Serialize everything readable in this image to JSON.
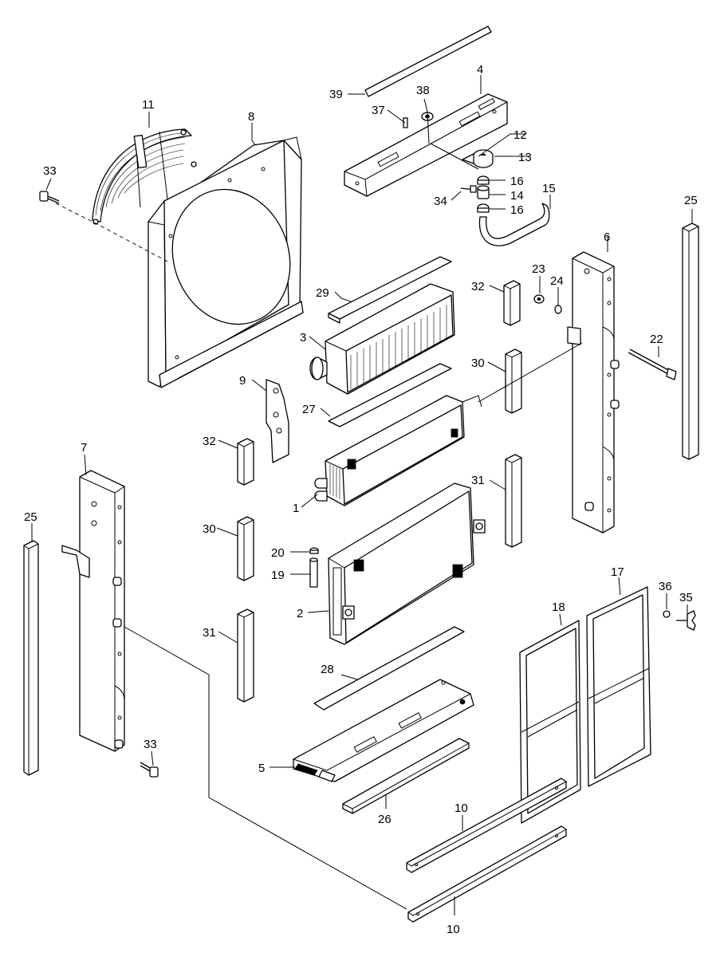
{
  "callouts": [
    {
      "id": "c1",
      "label": "1"
    },
    {
      "id": "c2",
      "label": "2"
    },
    {
      "id": "c3",
      "label": "3"
    },
    {
      "id": "c4",
      "label": "4"
    },
    {
      "id": "c5",
      "label": "5"
    },
    {
      "id": "c6",
      "label": "6"
    },
    {
      "id": "c7",
      "label": "7"
    },
    {
      "id": "c8",
      "label": "8"
    },
    {
      "id": "c9",
      "label": "9"
    },
    {
      "id": "c10a",
      "label": "10"
    },
    {
      "id": "c10b",
      "label": "10"
    },
    {
      "id": "c11",
      "label": "11"
    },
    {
      "id": "c12",
      "label": "12"
    },
    {
      "id": "c13",
      "label": "13"
    },
    {
      "id": "c14",
      "label": "14"
    },
    {
      "id": "c15",
      "label": "15"
    },
    {
      "id": "c16a",
      "label": "16"
    },
    {
      "id": "c16b",
      "label": "16"
    },
    {
      "id": "c17",
      "label": "17"
    },
    {
      "id": "c18",
      "label": "18"
    },
    {
      "id": "c19",
      "label": "19"
    },
    {
      "id": "c20",
      "label": "20"
    },
    {
      "id": "c22",
      "label": "22"
    },
    {
      "id": "c23",
      "label": "23"
    },
    {
      "id": "c24",
      "label": "24"
    },
    {
      "id": "c25a",
      "label": "25"
    },
    {
      "id": "c25b",
      "label": "25"
    },
    {
      "id": "c26",
      "label": "26"
    },
    {
      "id": "c27",
      "label": "27"
    },
    {
      "id": "c28",
      "label": "28"
    },
    {
      "id": "c29",
      "label": "29"
    },
    {
      "id": "c30a",
      "label": "30"
    },
    {
      "id": "c30b",
      "label": "30"
    },
    {
      "id": "c31a",
      "label": "31"
    },
    {
      "id": "c31b",
      "label": "31"
    },
    {
      "id": "c32a",
      "label": "32"
    },
    {
      "id": "c32b",
      "label": "32"
    },
    {
      "id": "c33a",
      "label": "33"
    },
    {
      "id": "c33b",
      "label": "33"
    },
    {
      "id": "c34",
      "label": "34"
    },
    {
      "id": "c35",
      "label": "35"
    },
    {
      "id": "c36",
      "label": "36"
    },
    {
      "id": "c37",
      "label": "37"
    },
    {
      "id": "c38",
      "label": "38"
    },
    {
      "id": "c39",
      "label": "39"
    }
  ],
  "colors": {
    "line": "#000000",
    "background": "#ffffff"
  }
}
